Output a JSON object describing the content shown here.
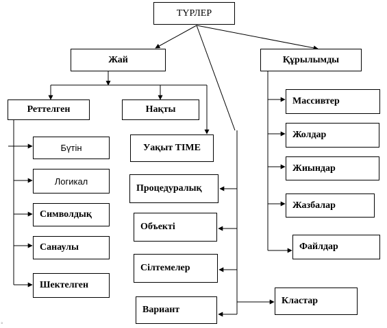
{
  "root": {
    "label": "ТҮРЛЕР"
  },
  "simple": {
    "label": "Жай"
  },
  "structured": {
    "label": "Құрылымды"
  },
  "ordinal": {
    "label": "Реттелген"
  },
  "real": {
    "label": "Нақты"
  },
  "time": {
    "label": "Уақыт TIME"
  },
  "ordinal_items": [
    {
      "label": "Бүтін"
    },
    {
      "label": "Логикал"
    },
    {
      "label": "Символдық"
    },
    {
      "label": "Санаулы"
    },
    {
      "label": "Шектелген"
    }
  ],
  "middle_items": [
    {
      "label": "Процедуралық"
    },
    {
      "label": "Объекті"
    },
    {
      "label": "Сілтемелер"
    },
    {
      "label": "Вариант"
    }
  ],
  "structured_items": [
    {
      "label": "Массивтер"
    },
    {
      "label": "Жолдар"
    },
    {
      "label": "Жиындар"
    },
    {
      "label": "Жазбалар"
    },
    {
      "label": "Файлдар"
    }
  ],
  "cluster": {
    "label": "Кластар"
  }
}
